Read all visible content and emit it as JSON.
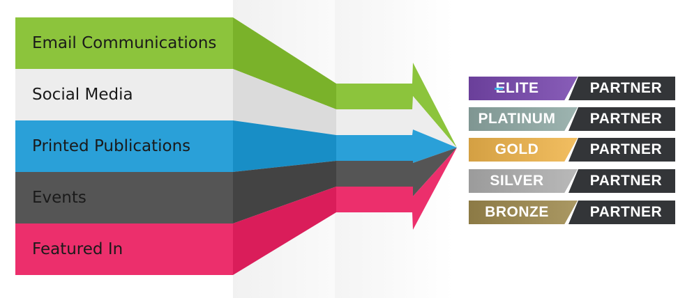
{
  "channels": [
    {
      "label": "Email Communications",
      "color": "#8cc43c",
      "text_color": "#1a1a1a"
    },
    {
      "label": "Social Media",
      "color": "#ededed",
      "text_color": "#1a1a1a"
    },
    {
      "label": "Printed Publications",
      "color": "#2aa0d8",
      "text_color": "#1a1a1a"
    },
    {
      "label": "Events",
      "color": "#555555",
      "text_color": "#1a1a1a"
    },
    {
      "label": "Featured In",
      "color": "#ec2f6c",
      "text_color": "#1a1a1a"
    }
  ],
  "tiers": [
    {
      "level": "ELITE",
      "partner": "PARTNER",
      "color": "#6a3f9a"
    },
    {
      "level": "PLATINUM",
      "partner": "PARTNER",
      "color": "#7f9692"
    },
    {
      "level": "GOLD",
      "partner": "PARTNER",
      "color": "#d4a043"
    },
    {
      "level": "SILVER",
      "partner": "PARTNER",
      "color": "#9b9b9b"
    },
    {
      "level": "BRONZE",
      "partner": "PARTNER",
      "color": "#8c7a45"
    }
  ]
}
